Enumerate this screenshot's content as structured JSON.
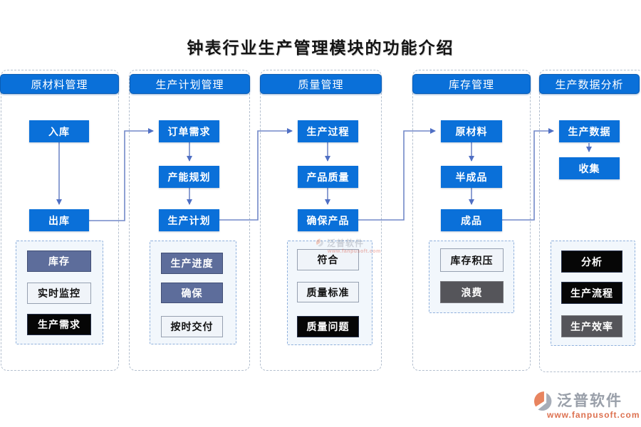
{
  "title": "钟表行业生产管理模块的功能介绍",
  "colors": {
    "node_blue": "#0a70d9",
    "slate": "#5d6d9b",
    "dark_gray": "#55555a",
    "black": "#060606",
    "light": "#f0f4f9",
    "connector": "#7289c8",
    "brand_gray": "#999fa9",
    "brand_orange": "#dd7150"
  },
  "columns": [
    {
      "header": "原材料管理",
      "flow": [
        "入库",
        "出库"
      ],
      "features": [
        {
          "label": "库存",
          "style": "slate"
        },
        {
          "label": "实时监控",
          "style": "light"
        },
        {
          "label": "生产需求",
          "style": "black"
        }
      ]
    },
    {
      "header": "生产计划管理",
      "flow": [
        "订单需求",
        "产能规划",
        "生产计划"
      ],
      "features": [
        {
          "label": "生产进度",
          "style": "slate"
        },
        {
          "label": "确保",
          "style": "slate"
        },
        {
          "label": "按时交付",
          "style": "light"
        }
      ]
    },
    {
      "header": "质量管理",
      "flow": [
        "生产过程",
        "产品质量",
        "确保产品"
      ],
      "features": [
        {
          "label": "符合",
          "style": "light"
        },
        {
          "label": "质量标准",
          "style": "light"
        },
        {
          "label": "质量问题",
          "style": "black"
        }
      ]
    },
    {
      "header": "库存管理",
      "flow": [
        "原材料",
        "半成品",
        "成品"
      ],
      "features": [
        {
          "label": "库存积压",
          "style": "light"
        },
        {
          "label": "浪费",
          "style": "gray"
        }
      ]
    },
    {
      "header": "生产数据分析",
      "flow": [
        "生产数据",
        "收集"
      ],
      "features": [
        {
          "label": "分析",
          "style": "black"
        },
        {
          "label": "生产流程",
          "style": "black"
        },
        {
          "label": "生产效率",
          "style": "gray"
        }
      ]
    }
  ],
  "watermark": {
    "brand": "泛普软件",
    "url": "www.fanpusoft.com"
  },
  "footer": {
    "brand": "泛普软件",
    "url": "www.fanpusoft.com"
  }
}
